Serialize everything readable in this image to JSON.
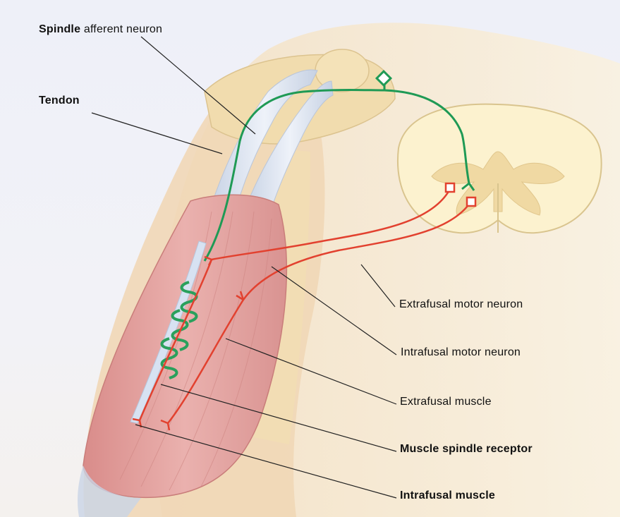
{
  "labels": {
    "spindle_afferent_bold": "Spindle",
    "spindle_afferent_rest": "afferent neuron",
    "tendon": "Tendon",
    "extrafusal_motor_neuron": "Extrafusal motor neuron",
    "intrafusal_motor_neuron": "Intrafusal motor neuron",
    "extrafusal_muscle": "Extrafusal muscle",
    "muscle_spindle_receptor": "Muscle spindle receptor",
    "intrafusal_muscle": "Intrafusal muscle"
  },
  "colors": {
    "sensory": "#1f9a55",
    "motor": "#e2412f",
    "muscle": "#e4a2a0",
    "tendon": "#dfe6f2",
    "skin": "#f6e6c8",
    "bone": "#f2ddb0",
    "spinal_cord": "#fbefc8"
  }
}
